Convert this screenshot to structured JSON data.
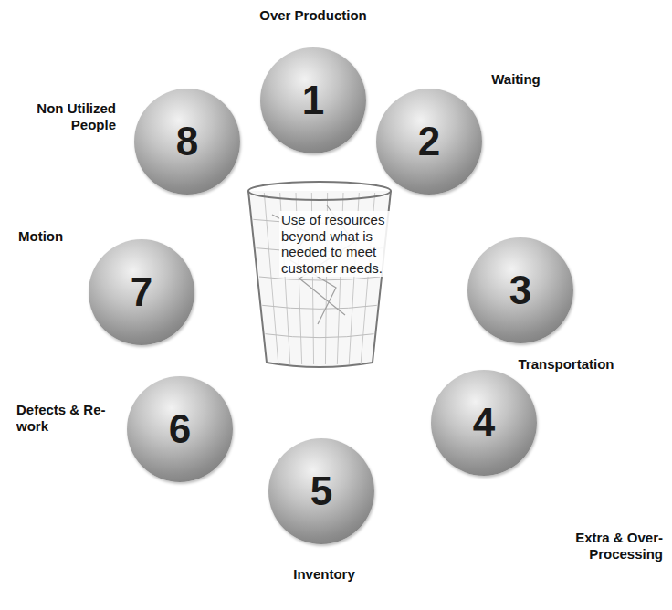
{
  "diagram": {
    "nodes": [
      {
        "text": [
          "Over Production",
          "1"
        ]
      },
      {
        "text": [
          "Waiting",
          "2"
        ]
      },
      {
        "text": [
          "Transportation",
          "3"
        ]
      },
      {
        "text": [
          "Extra & Over-Processing",
          "4"
        ]
      },
      {
        "text": [
          "Inventory",
          "5"
        ]
      },
      {
        "text": [
          "Defects & Re-work",
          "6"
        ]
      },
      {
        "text": [
          "Motion",
          "7"
        ]
      },
      {
        "text": [
          "Non Utilized People",
          "8"
        ]
      },
      {
        "text": [
          "Use of resources beyond what is needed to meet customer needs."
        ]
      }
    ]
  }
}
